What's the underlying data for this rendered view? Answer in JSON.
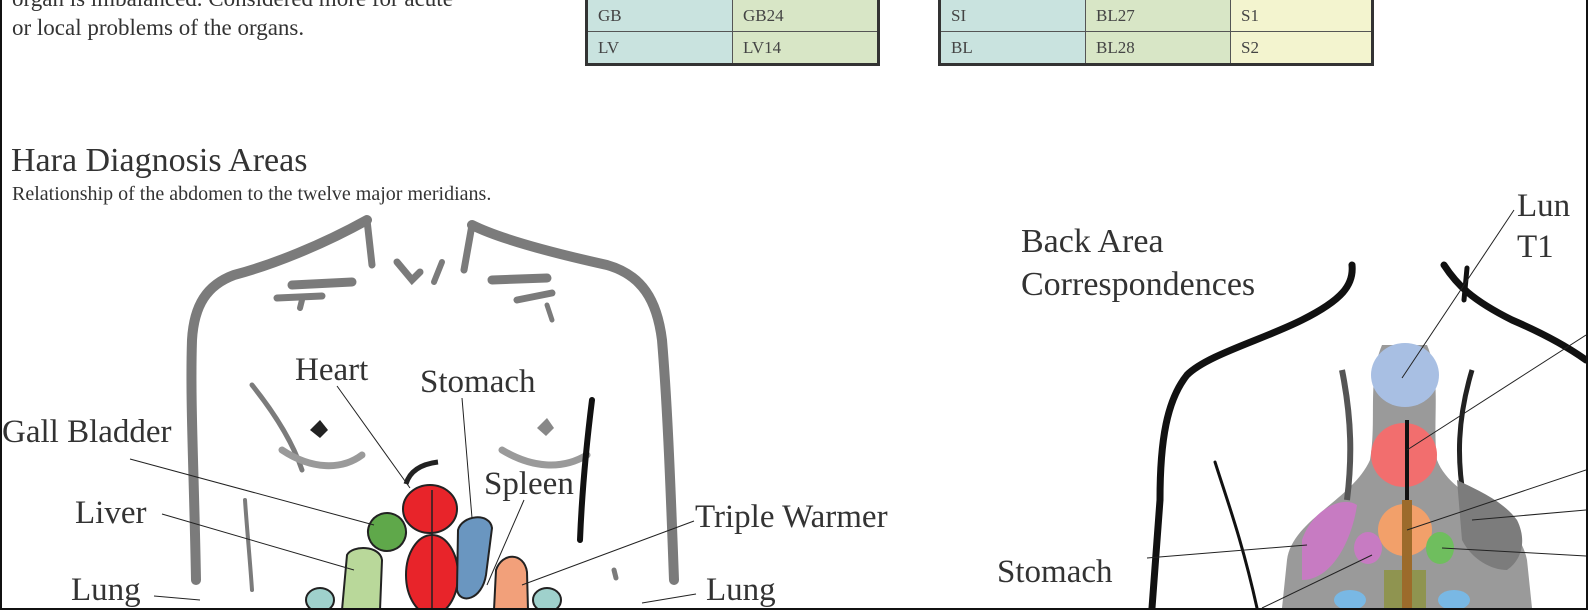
{
  "intro": {
    "line1": "organ is imbalanced. Considered more for acute",
    "line2": "or local problems of the organs."
  },
  "table_left": {
    "rows": [
      [
        "GB",
        "GB24"
      ],
      [
        "LV",
        "LV14"
      ]
    ]
  },
  "table_right": {
    "rows": [
      [
        "SI",
        "BL27",
        "S1"
      ],
      [
        "BL",
        "BL28",
        "S2"
      ]
    ]
  },
  "hara": {
    "title": "Hara Diagnosis Areas",
    "subtitle": "Relationship of the abdomen to the twelve major meridians.",
    "labels": {
      "heart": "Heart",
      "stomach": "Stomach",
      "gall_bladder": "Gall Bladder",
      "spleen": "Spleen",
      "liver": "Liver",
      "triple_warmer": "Triple Warmer",
      "lung_left": "Lung",
      "lung_right": "Lung"
    }
  },
  "back": {
    "title_line1": "Back Area",
    "title_line2": "Correspondences",
    "labels": {
      "lung_top": "Lun",
      "t1": "T1",
      "stomach": "Stomach"
    }
  },
  "colors": {
    "heart": "#e8242a",
    "stomach": "#6a96c0",
    "gall_bladder": "#5fa84a",
    "liver": "#b9d89a",
    "spleen": "#f2a07a",
    "lung": "#9fd1cc",
    "back_lung": "#a8bfe3",
    "back_heart": "#f26e6e",
    "back_orange": "#f2a06a",
    "back_purple": "#c77bc2",
    "back_green": "#6fbe5e",
    "table_col1": "#c9e3df",
    "table_col2": "#d8e6c6",
    "table_col3": "#f3f4cf"
  }
}
